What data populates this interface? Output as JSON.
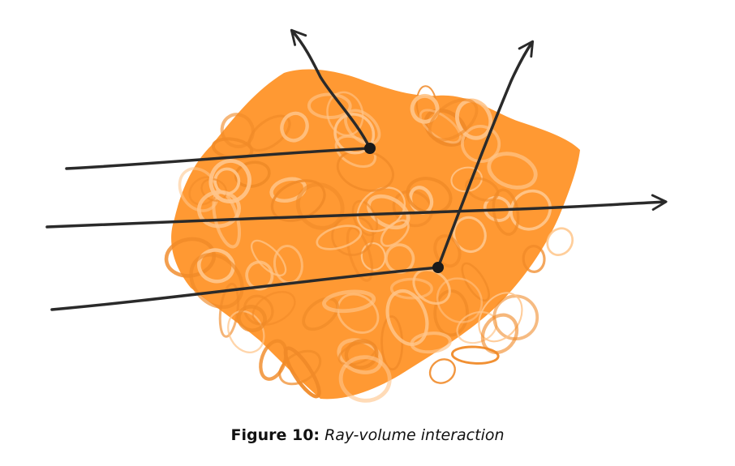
{
  "figure": {
    "label": "Figure 10:",
    "caption": "Ray-volume interaction"
  },
  "colors": {
    "volume": "#ff9933",
    "volume_dark": "#f08a28",
    "volume_light": "#ffc58a",
    "ray": "#2a2a2a"
  },
  "diagram": {
    "elements": [
      "volume",
      "ray-absorbed-scattered-top",
      "ray-passing-through",
      "ray-scattered-bottom",
      "scatter-point-top",
      "scatter-point-bottom"
    ]
  }
}
